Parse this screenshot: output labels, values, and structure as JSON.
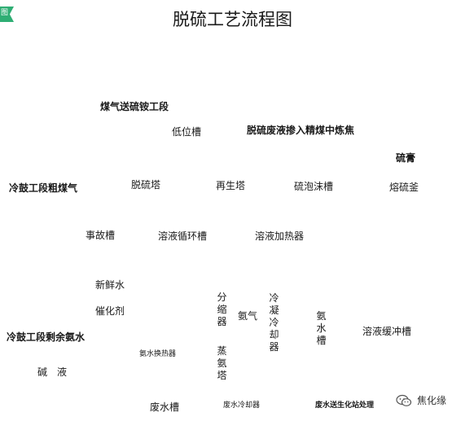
{
  "badge": {
    "text": "图"
  },
  "title": "脱硫工艺流程图",
  "nodes": {
    "gas_to_ammonium_sulfate": "煤气送硫铵工段",
    "low_tank": "低位槽",
    "waste_liquor_to_coal": "脱硫废液掺入精煤中炼焦",
    "sulfur_paste": "硫膏",
    "crude_gas_from_cooling": "冷鼓工段粗煤气",
    "desulfurization_tower": "脱硫塔",
    "regeneration_tower": "再生塔",
    "sulfur_foam_tank": "硫泡沫槽",
    "sulfur_melter": "熔硫釜",
    "emergency_tank": "事故槽",
    "solution_circulation_tank": "溶液循环槽",
    "solution_heater": "溶液加热器",
    "fresh_water": "新鲜水",
    "catalyst": "催化剂",
    "dephlegmator": "分缩器",
    "ammonia_gas": "氨气",
    "condenser_cooler": "冷凝冷却器",
    "ammonia_water_tank": "氨水槽",
    "solution_buffer_tank": "溶液缓冲槽",
    "remaining_ammonia_water": "冷鼓工段剩余氨水",
    "ammonia_heat_exchanger": "氨水换热器",
    "ammonia_still": "蒸氨塔",
    "alkali_liquor": "碱　液",
    "waste_water_tank": "废水槽",
    "waste_water_cooler": "废水冷却器",
    "waste_water_to_biochem": "废水送生化站处理"
  },
  "watermark": {
    "text": "焦化缘",
    "icon": "wechat-icon"
  }
}
